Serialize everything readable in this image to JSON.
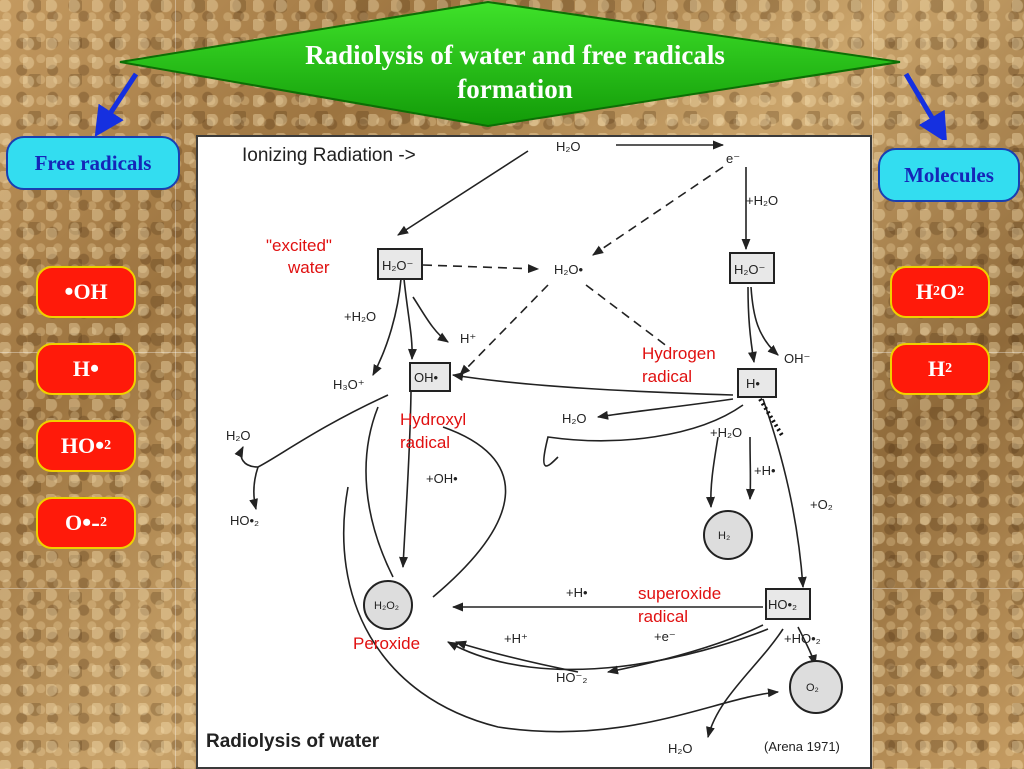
{
  "title": "Radiolysis of water and free radicals formation",
  "left_label": "Free radicals",
  "right_label": "Molecules",
  "free_radicals": [
    {
      "main": "OH",
      "dot": "•",
      "sub": "",
      "charge": "",
      "dot_first": true
    },
    {
      "main": "H",
      "dot": "•",
      "sub": "",
      "charge": "",
      "dot_first": false
    },
    {
      "main": "HO",
      "dot": "•",
      "sub": "2",
      "charge": "",
      "dot_first": false
    },
    {
      "main": "O",
      "dot": "•",
      "sub": "2",
      "charge": "-",
      "dot_first": false
    }
  ],
  "molecules": [
    {
      "parts": [
        [
          "H",
          ""
        ],
        [
          "2",
          "sub"
        ],
        [
          "O",
          ""
        ],
        [
          "2",
          "sub"
        ]
      ]
    },
    {
      "parts": [
        [
          "H",
          ""
        ],
        [
          "2",
          "sub"
        ]
      ]
    }
  ],
  "colors": {
    "banner": "#22c811",
    "chip": "#ff1a0a",
    "label_bg": "#33ddf0",
    "arrow_blue": "#1530e0",
    "diagram_red": "#e01010"
  },
  "diagram": {
    "ionizing": "Ionizing Radiation ->",
    "h2o_top": "H₂O",
    "e_minus": "e⁻",
    "plus_h2o": "+H₂O",
    "excited_1": "\"excited\"",
    "excited_2": "water",
    "h2o_minus_box_left": "H₂O⁻",
    "h2o_dot": "H₂O•",
    "h2o_minus_box_right": "H₂O⁻",
    "plus_h2o_left": "+H₂O",
    "h_plus": "H⁺",
    "h3o_plus": "H₃O⁺",
    "oh_box": "OH•",
    "hydrogen_1": "Hydrogen",
    "hydrogen_2": "radical",
    "oh_minus": "OH⁻",
    "h_box": "H•",
    "hydroxyl_1": "Hydroxyl",
    "hydroxyl_2": "radical",
    "h2o_mid": "H₂O",
    "h2o_left": "H₂O",
    "plus_h2o_right": "+H₂O",
    "plus_h_dot": "+H•",
    "plus_oh_dot": "+OH•",
    "ho2_left": "HO•₂",
    "h2_circle": "H₂",
    "plus_o2": "+O₂",
    "plus_h_dot_2": "+H•",
    "superoxide_1": "superoxide",
    "superoxide_2": "radical",
    "ho2_box": "HO•₂",
    "h2o2_circle": "H₂O₂",
    "peroxide": "Peroxide",
    "plus_h_plus": "+H⁺",
    "plus_e_minus": "+e⁻",
    "plus_ho2": "+HO•₂",
    "ho2_minus": "HO⁻₂",
    "o2_circle": "O₂",
    "h2o_bottom": "H₂O",
    "caption": "Radiolysis of water",
    "citation": "(Arena 1971)"
  }
}
